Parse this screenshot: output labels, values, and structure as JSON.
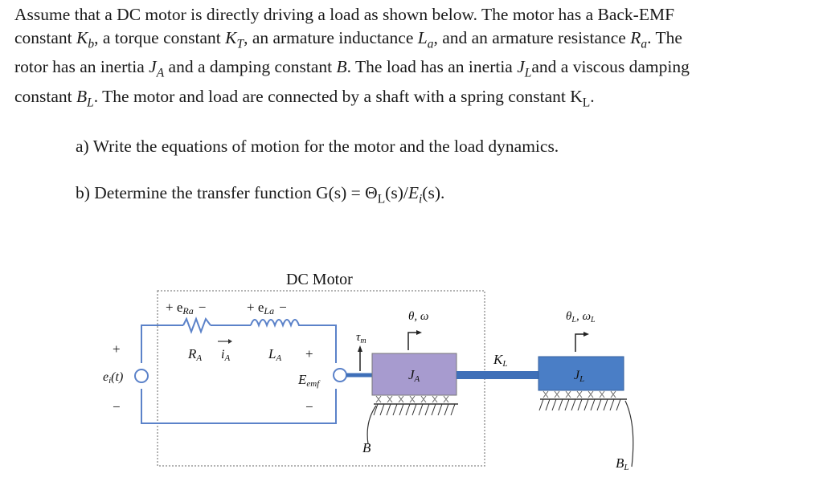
{
  "problem": {
    "s1": "Assume that a DC motor is directly driving a load as shown below. The motor has a Back-EMF",
    "s2a": "constant ",
    "s2b": ", a torque constant ",
    "s2c": ", an armature inductance ",
    "s2d": ", and an armature resistance ",
    "s2e": ". The",
    "s3a": "rotor has an inertia ",
    "s3b": " and a damping constant ",
    "s3c": ". The load has an inertia ",
    "s3d": "and a viscous damping",
    "s4a": "constant ",
    "s4b": ". The motor and load are connected by a shaft with a spring constant ",
    "s4c": ".",
    "Kb": "K",
    "Kb_sub": "b",
    "KT": "K",
    "KT_sub": "T",
    "La": "L",
    "La_sub": "a",
    "Ra": "R",
    "Ra_sub": "a",
    "JA": "J",
    "JA_sub": "A",
    "B": "B",
    "JL": "J",
    "JL_sub": "L",
    "BL": "B",
    "BL_sub": "L",
    "KL": "K",
    "KL_sub": "L"
  },
  "questions": {
    "a": "a) Write the equations of motion for the motor and the load dynamics.",
    "b_text": "b) Determine the transfer function ",
    "b_formula": "G(s) = Θ",
    "b_formula_sub": "L",
    "b_formula_rest": "(s)/",
    "b_E": "E",
    "b_E_sub": "i",
    "b_end": "(s)."
  },
  "diagram": {
    "title": "DC Motor",
    "eRa_label": "+ e",
    "eRa_sub": "Ra",
    "eRa_minus": "−",
    "eLa_label": "+ e",
    "eLa_sub": "La",
    "eLa_minus": "−",
    "R_label": "R",
    "R_sub": "A",
    "i_label": "i",
    "i_sub": "A",
    "L_label": "L",
    "L_sub": "A",
    "plus_emf": "+",
    "minus_emf": "−",
    "Eemf_label": "E",
    "Eemf_sub": "emf",
    "input_plus": "+",
    "input_minus": "−",
    "input_label": "e",
    "input_sub": "i",
    "input_rest": "(t)",
    "tau_label": "τ",
    "tau_sub": "m",
    "theta_motor": "θ, ω",
    "JA_label": "J",
    "JA_sub": "A",
    "K_label": "K",
    "K_sub": "L",
    "theta_load": "θ",
    "theta_load_sub": "L",
    "omega_load": ", ω",
    "omega_load_sub": "L",
    "JL_label": "J",
    "JL_sub": "L",
    "B_label": "B",
    "BL_label": "B",
    "BL_sub": "L",
    "colors": {
      "wire": "#5b82c9",
      "rotor": "#a79bcf",
      "load": "#4a7ec6",
      "shaft": "#3e6fb8",
      "box": "#9a9a9a"
    }
  }
}
